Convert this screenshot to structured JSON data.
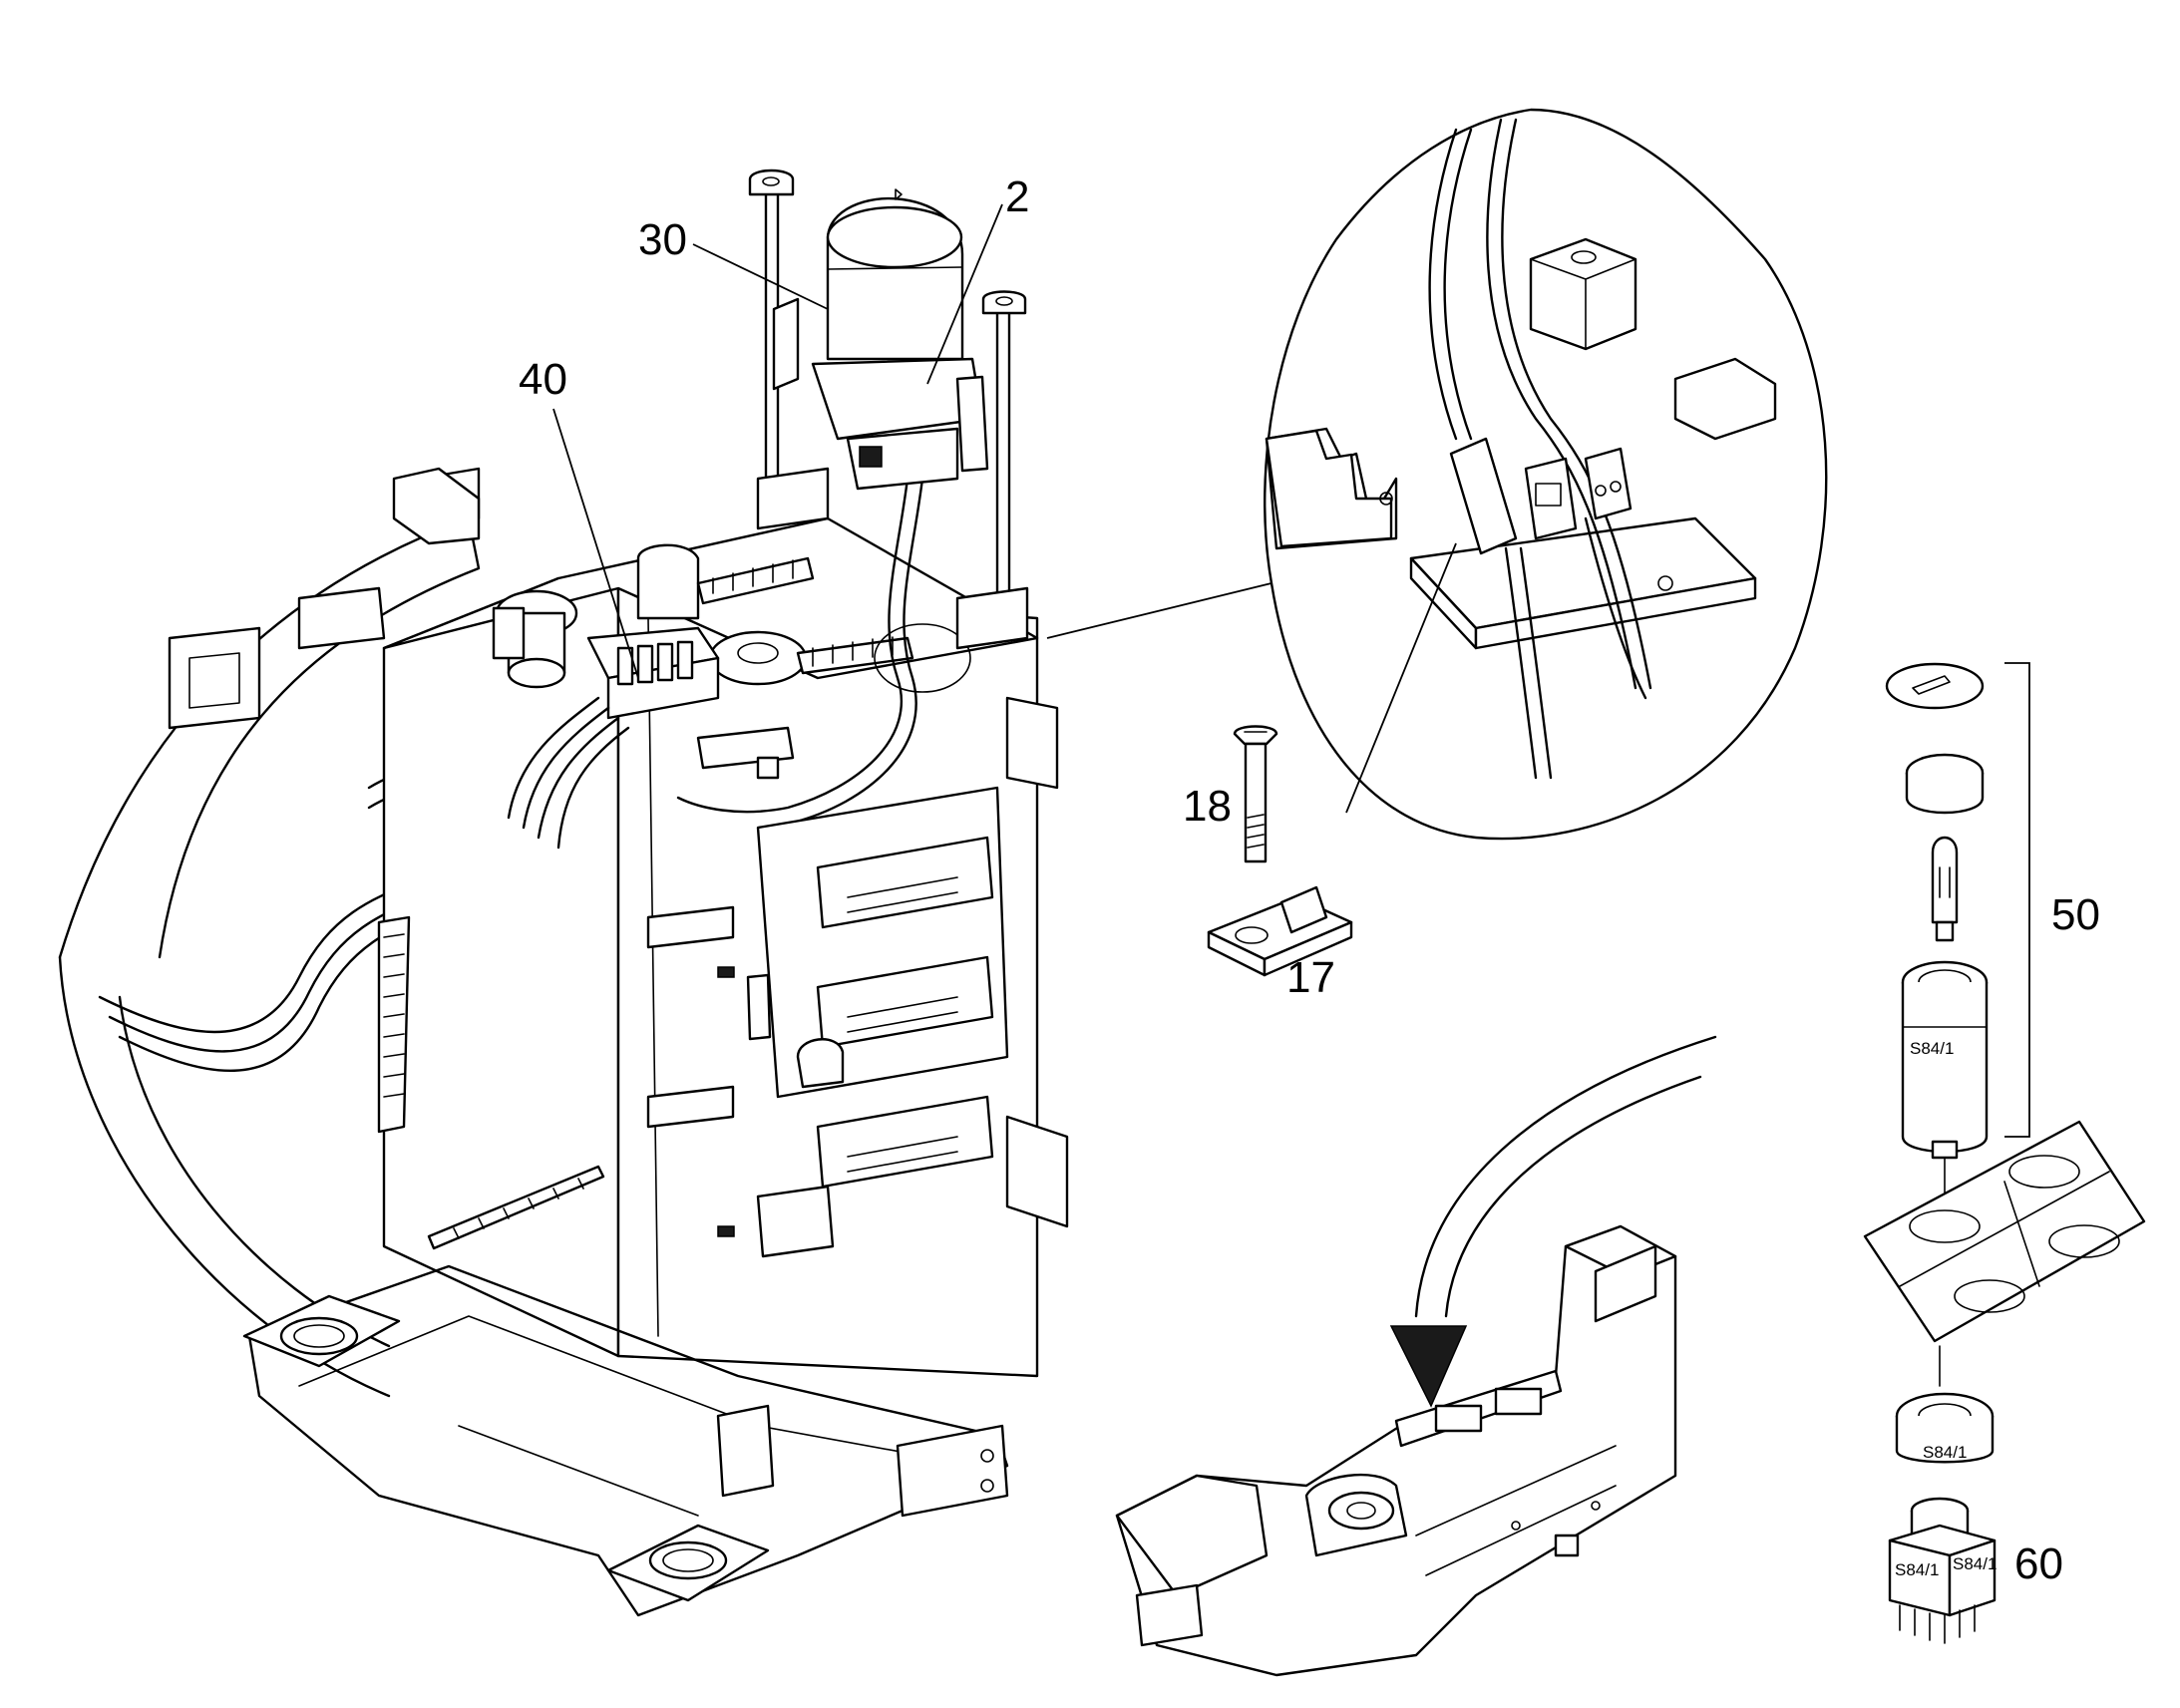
{
  "callouts": {
    "c2": "2",
    "c30": "30",
    "c40": "40",
    "c18": "18",
    "c17": "17",
    "c50": "50",
    "c60": "60"
  },
  "part_labels": {
    "socket_label": "S84/1",
    "ring_label": "S84/1",
    "switch_label_a": "S84/1",
    "switch_label_b": "S84/1"
  }
}
